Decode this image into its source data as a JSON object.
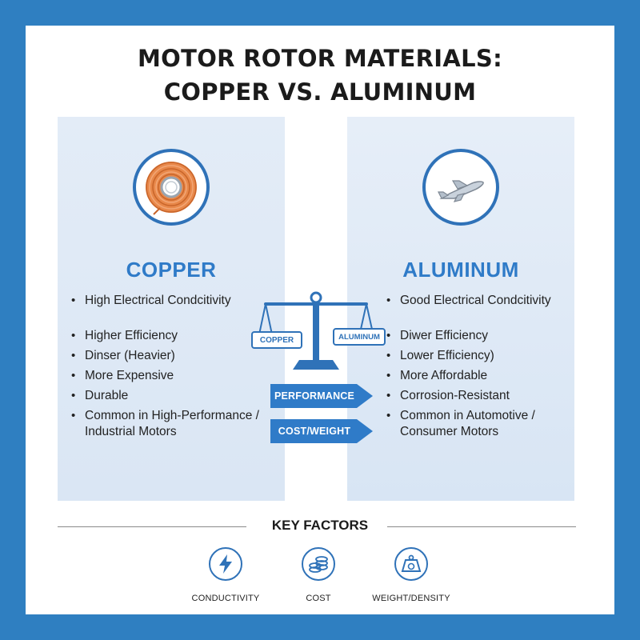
{
  "title_line1": "MOTOR ROTOR MATERIALS:",
  "title_line2": "COPPER VS. ALUMINUM",
  "left": {
    "heading": "COPPER",
    "icon": "copper-coil-icon",
    "bullets_top": [
      "High Electrical Condcitivity"
    ],
    "bullets": [
      "Higher Efficiency",
      "Dinser (Heavier)",
      "More Expensive",
      "Durable",
      "Common in High-Performance / Industrial Motors"
    ]
  },
  "right": {
    "heading": "ALUMINUM",
    "icon": "airplane-icon",
    "bullets_top": [
      "Good Electrical Condcitivity"
    ],
    "bullets": [
      "Diwer Efficiency",
      "Lower Efficiency)",
      "More Affordable",
      "Corrosion-Resistant",
      "Common in Automotive / Consumer Motors"
    ]
  },
  "scale": {
    "icon": "balance-scale-icon",
    "left_label": "COPPER",
    "right_label": "ALUMINUM"
  },
  "arrows": [
    "PERFORMANCE",
    "COST/WEIGHT"
  ],
  "key_factors": {
    "title": "KEY FACTORS",
    "items": [
      {
        "label": "CONDUCTIVITY",
        "icon": "lightning-bolt-icon"
      },
      {
        "label": "COST",
        "icon": "coin-stack-icon"
      },
      {
        "label": "WEIGHT/DENSITY",
        "icon": "weight-icon"
      }
    ]
  },
  "colors": {
    "frame": "#2f7fc1",
    "accent": "#2f7bc8",
    "panel": "#e1ebf6",
    "copper": "#e07a3c"
  }
}
